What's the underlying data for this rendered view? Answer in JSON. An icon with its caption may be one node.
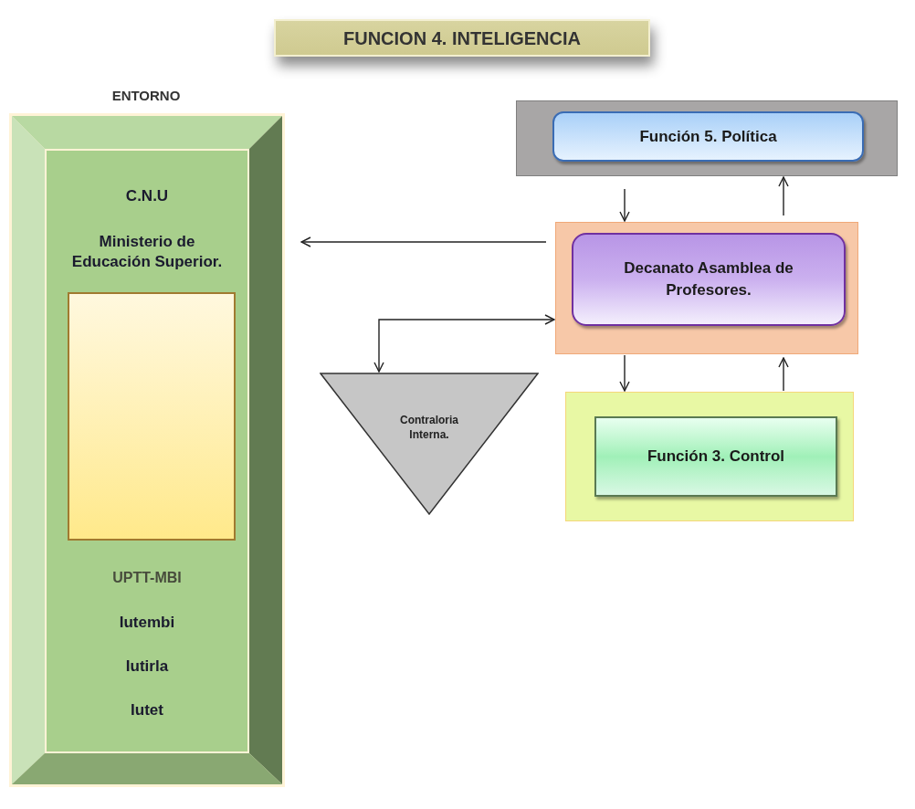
{
  "diagram": {
    "title": "FUNCION 4. INTELIGENCIA",
    "nodes": [
      {
        "text": [
          "ENTORNO",
          "C.N.U",
          "Ministerio de Educación Superior.",
          "UPTT-MBI",
          "Iutembi",
          "Iutirla",
          "Iutet"
        ]
      },
      {
        "text": [],
        "shape": "box",
        "in": 0
      },
      {
        "text": [],
        "shape": "box"
      },
      {
        "text": [
          "Función 5. Política"
        ],
        "in": 2
      },
      {
        "text": [],
        "shape": "box"
      },
      {
        "text": [
          "Decanato Asamblea de Profesores."
        ],
        "in": 4
      },
      {
        "text": [
          "Contraloria Interna."
        ]
      },
      {
        "text": [],
        "shape": "box"
      },
      {
        "text": [
          "Función 3. Control"
        ],
        "in": 7
      }
    ],
    "edges": [
      {
        "from": 4,
        "to": 0,
        "arrow": "to"
      },
      {
        "from": 2,
        "to": 4,
        "arrow": "to"
      },
      {
        "from": 4,
        "to": 2,
        "arrow": "to"
      },
      {
        "from": 4,
        "to": 7,
        "arrow": "to"
      },
      {
        "from": 7,
        "to": 4,
        "arrow": "to"
      },
      {
        "from": 6,
        "to": 4,
        "arrow": "both"
      }
    ]
  }
}
